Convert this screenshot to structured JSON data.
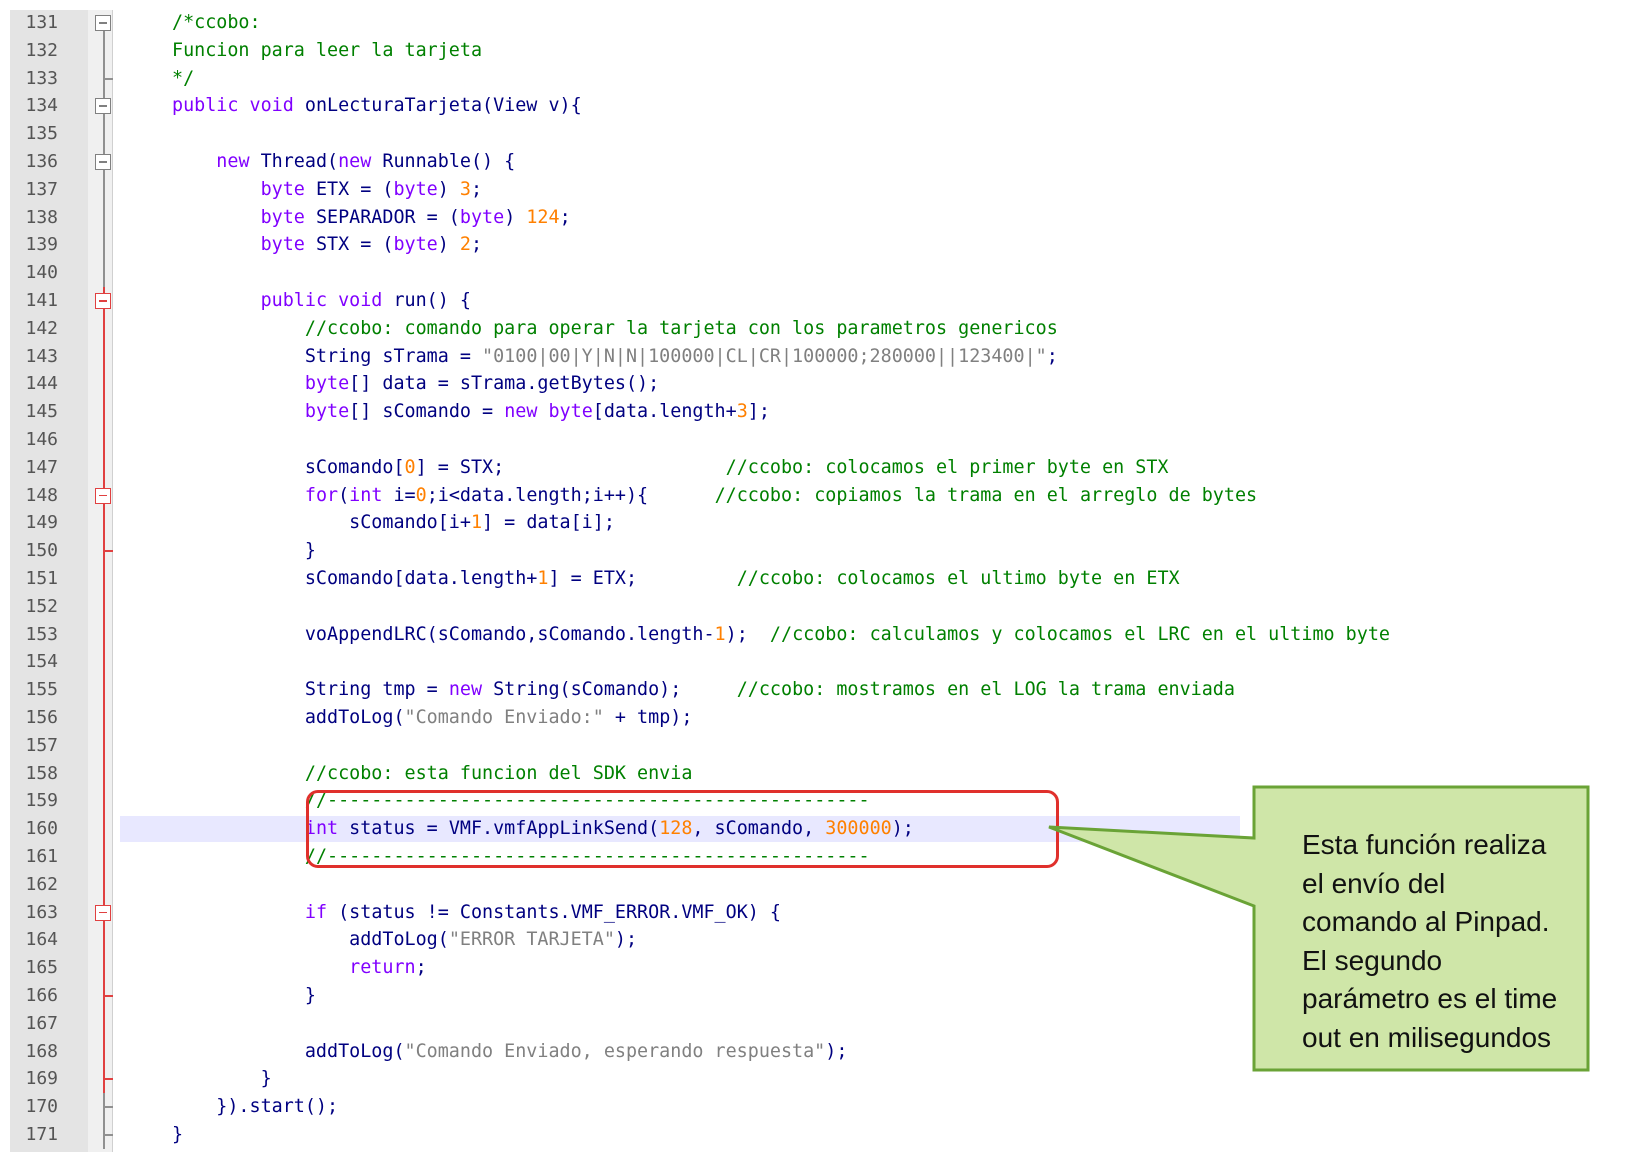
{
  "editor": {
    "lines": [
      {
        "n": "131",
        "fold": "box",
        "tokens": [
          {
            "t": "/*ccobo:",
            "c": "cm"
          }
        ]
      },
      {
        "n": "132",
        "fold": "line",
        "tokens": [
          {
            "t": "Funcion para leer la tarjeta",
            "c": "cm"
          }
        ]
      },
      {
        "n": "133",
        "fold": "end",
        "tokens": [
          {
            "t": "*/",
            "c": "cm"
          }
        ]
      },
      {
        "n": "134",
        "fold": "box",
        "tokens": [
          {
            "t": "public void",
            "c": "kw"
          },
          {
            "t": " onLecturaTarjeta(View v){",
            "c": ""
          }
        ]
      },
      {
        "n": "135",
        "fold": "line",
        "tokens": []
      },
      {
        "n": "136",
        "fold": "box",
        "tokens": [
          {
            "t": "    "
          },
          {
            "t": "new",
            "c": "kw"
          },
          {
            "t": " Thread("
          },
          {
            "t": "new",
            "c": "kw"
          },
          {
            "t": " Runnable() {"
          }
        ]
      },
      {
        "n": "137",
        "fold": "line",
        "tokens": [
          {
            "t": "        "
          },
          {
            "t": "byte",
            "c": "kw"
          },
          {
            "t": " ETX = ("
          },
          {
            "t": "byte",
            "c": "kw"
          },
          {
            "t": ") "
          },
          {
            "t": "3",
            "c": "nm"
          },
          {
            "t": ";"
          }
        ]
      },
      {
        "n": "138",
        "fold": "line",
        "tokens": [
          {
            "t": "        "
          },
          {
            "t": "byte",
            "c": "kw"
          },
          {
            "t": " SEPARADOR = ("
          },
          {
            "t": "byte",
            "c": "kw"
          },
          {
            "t": ") "
          },
          {
            "t": "124",
            "c": "nm"
          },
          {
            "t": ";"
          }
        ]
      },
      {
        "n": "139",
        "fold": "line",
        "tokens": [
          {
            "t": "        "
          },
          {
            "t": "byte",
            "c": "kw"
          },
          {
            "t": " STX = ("
          },
          {
            "t": "byte",
            "c": "kw"
          },
          {
            "t": ") "
          },
          {
            "t": "2",
            "c": "nm"
          },
          {
            "t": ";"
          }
        ]
      },
      {
        "n": "140",
        "fold": "line",
        "tokens": []
      },
      {
        "n": "141",
        "fold": "boxred",
        "tokens": [
          {
            "t": "        "
          },
          {
            "t": "public void",
            "c": "kw"
          },
          {
            "t": " run() {"
          }
        ]
      },
      {
        "n": "142",
        "fold": "red",
        "tokens": [
          {
            "t": "            "
          },
          {
            "t": "//ccobo: comando para operar la tarjeta con los parametros genericos",
            "c": "cm"
          }
        ]
      },
      {
        "n": "143",
        "fold": "red",
        "tokens": [
          {
            "t": "            String sTrama = "
          },
          {
            "t": "\"0100|00|Y|N|N|100000|CL|CR|100000;280000||123400|\"",
            "c": "st"
          },
          {
            "t": ";"
          }
        ]
      },
      {
        "n": "144",
        "fold": "red",
        "tokens": [
          {
            "t": "            "
          },
          {
            "t": "byte",
            "c": "kw"
          },
          {
            "t": "[] data = sTrama.getBytes();"
          }
        ]
      },
      {
        "n": "145",
        "fold": "red",
        "tokens": [
          {
            "t": "            "
          },
          {
            "t": "byte",
            "c": "kw"
          },
          {
            "t": "[] sComando = "
          },
          {
            "t": "new byte",
            "c": "kw"
          },
          {
            "t": "[data.length+"
          },
          {
            "t": "3",
            "c": "nm"
          },
          {
            "t": "];"
          }
        ]
      },
      {
        "n": "146",
        "fold": "red",
        "tokens": []
      },
      {
        "n": "147",
        "fold": "red",
        "tokens": [
          {
            "t": "            sComando["
          },
          {
            "t": "0",
            "c": "nm"
          },
          {
            "t": "] = STX;                    "
          },
          {
            "t": "//ccobo: colocamos el primer byte en STX",
            "c": "cm"
          }
        ]
      },
      {
        "n": "148",
        "fold": "boxred",
        "tokens": [
          {
            "t": "            "
          },
          {
            "t": "for",
            "c": "kw"
          },
          {
            "t": "("
          },
          {
            "t": "int",
            "c": "kw"
          },
          {
            "t": " i="
          },
          {
            "t": "0",
            "c": "nm"
          },
          {
            "t": ";i<data.length;i++){      "
          },
          {
            "t": "//ccobo: copiamos la trama en el arreglo de bytes",
            "c": "cm"
          }
        ]
      },
      {
        "n": "149",
        "fold": "red",
        "tokens": [
          {
            "t": "                sComando[i+"
          },
          {
            "t": "1",
            "c": "nm"
          },
          {
            "t": "] = data[i];"
          }
        ]
      },
      {
        "n": "150",
        "fold": "redend",
        "tokens": [
          {
            "t": "            }"
          }
        ]
      },
      {
        "n": "151",
        "fold": "red",
        "tokens": [
          {
            "t": "            sComando[data.length+"
          },
          {
            "t": "1",
            "c": "nm"
          },
          {
            "t": "] = ETX;         "
          },
          {
            "t": "//ccobo: colocamos el ultimo byte en ETX",
            "c": "cm"
          }
        ]
      },
      {
        "n": "152",
        "fold": "red",
        "tokens": []
      },
      {
        "n": "153",
        "fold": "red",
        "tokens": [
          {
            "t": "            voAppendLRC(sComando,sComando.length-"
          },
          {
            "t": "1",
            "c": "nm"
          },
          {
            "t": ");  "
          },
          {
            "t": "//ccobo: calculamos y colocamos el LRC en el ultimo byte",
            "c": "cm"
          }
        ]
      },
      {
        "n": "154",
        "fold": "red",
        "tokens": []
      },
      {
        "n": "155",
        "fold": "red",
        "tokens": [
          {
            "t": "            String tmp = "
          },
          {
            "t": "new",
            "c": "kw"
          },
          {
            "t": " String(sComando);     "
          },
          {
            "t": "//ccobo: mostramos en el LOG la trama enviada",
            "c": "cm"
          }
        ]
      },
      {
        "n": "156",
        "fold": "red",
        "tokens": [
          {
            "t": "            addToLog("
          },
          {
            "t": "\"Comando Enviado:\"",
            "c": "st"
          },
          {
            "t": " + tmp);"
          }
        ]
      },
      {
        "n": "157",
        "fold": "red",
        "tokens": []
      },
      {
        "n": "158",
        "fold": "red",
        "tokens": [
          {
            "t": "            "
          },
          {
            "t": "//ccobo: esta funcion del SDK envia",
            "c": "cm"
          }
        ]
      },
      {
        "n": "159",
        "fold": "red",
        "tokens": [
          {
            "t": "            "
          },
          {
            "t": "//-------------------------------------------------",
            "c": "cm"
          }
        ]
      },
      {
        "n": "160",
        "fold": "red",
        "current": true,
        "tokens": [
          {
            "t": "            "
          },
          {
            "t": "int",
            "c": "kw"
          },
          {
            "t": " status = VMF.vmfAppLinkSend("
          },
          {
            "t": "128",
            "c": "nm"
          },
          {
            "t": ", sComando, "
          },
          {
            "t": "300000",
            "c": "nm"
          },
          {
            "t": ");"
          }
        ]
      },
      {
        "n": "161",
        "fold": "red",
        "tokens": [
          {
            "t": "            "
          },
          {
            "t": "//-------------------------------------------------",
            "c": "cm"
          }
        ]
      },
      {
        "n": "162",
        "fold": "red",
        "tokens": []
      },
      {
        "n": "163",
        "fold": "boxred",
        "tokens": [
          {
            "t": "            "
          },
          {
            "t": "if",
            "c": "kw"
          },
          {
            "t": " (status != Constants.VMF_ERROR.VMF_OK) {"
          }
        ]
      },
      {
        "n": "164",
        "fold": "red",
        "tokens": [
          {
            "t": "                addToLog("
          },
          {
            "t": "\"ERROR TARJETA\"",
            "c": "st"
          },
          {
            "t": ");"
          }
        ]
      },
      {
        "n": "165",
        "fold": "red",
        "tokens": [
          {
            "t": "                "
          },
          {
            "t": "return",
            "c": "kw"
          },
          {
            "t": ";"
          }
        ]
      },
      {
        "n": "166",
        "fold": "redend",
        "tokens": [
          {
            "t": "            }"
          }
        ]
      },
      {
        "n": "167",
        "fold": "red",
        "tokens": []
      },
      {
        "n": "168",
        "fold": "red",
        "tokens": [
          {
            "t": "            addToLog("
          },
          {
            "t": "\"Comando Enviado, esperando respuesta\"",
            "c": "st"
          },
          {
            "t": ");"
          }
        ]
      },
      {
        "n": "169",
        "fold": "redend",
        "tokens": [
          {
            "t": "        }"
          }
        ]
      },
      {
        "n": "170",
        "fold": "end",
        "tokens": [
          {
            "t": "    }).start();"
          }
        ]
      },
      {
        "n": "171",
        "fold": "end",
        "tokens": [
          {
            "t": "}"
          }
        ]
      }
    ],
    "colors": {
      "keyword": "#8000ff",
      "comment": "#008000",
      "string": "#808080",
      "number": "#ff8000",
      "identifier": "#000080",
      "fold_active": "#e04040"
    }
  },
  "callout": {
    "lines": [
      "Esta función realiza",
      "el envío del",
      "comando al Pinpad.",
      "El segundo",
      "parámetro es el time",
      "out en milisegundos"
    ],
    "fill": "#cfe6a8",
    "border": "#6aa336"
  },
  "highlight": {
    "border": "#e0302c"
  }
}
